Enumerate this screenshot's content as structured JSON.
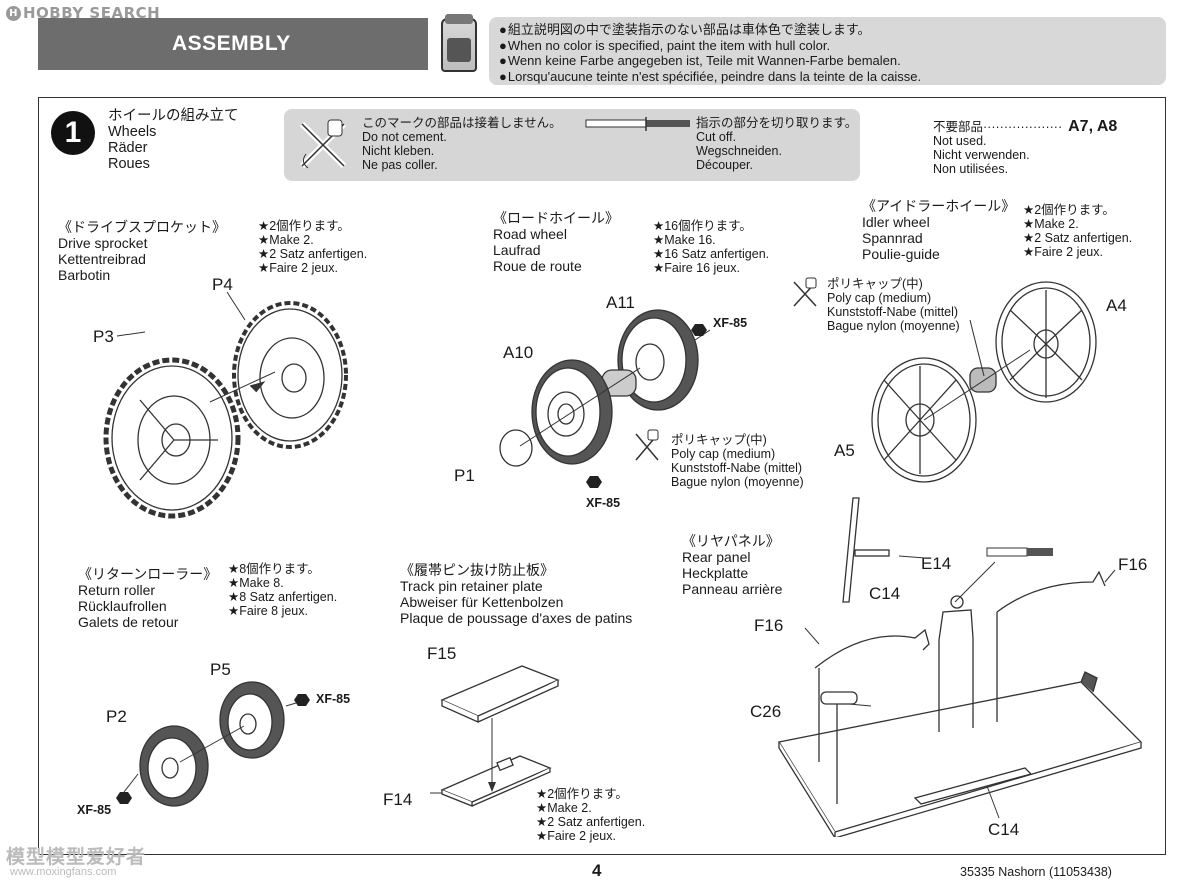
{
  "header": {
    "site_logo": "HOBBY SEARCH",
    "site_logo_mark": "H",
    "section_title": "ASSEMBLY",
    "hull_color_note": [
      "組立説明図の中で塗装指示のない部品は車体色で塗装します。",
      "When no color is specified, paint the item with hull color.",
      "Wenn keine Farbe angegeben ist, Teile mit Wannen-Farbe bemalen.",
      "Lorsqu'aucune teinte n'est spécifiée, peindre dans la teinte de la caisse."
    ]
  },
  "step": {
    "number": "1",
    "title_ja": "ホイールの組み立て",
    "title_en": "Wheels",
    "title_de": "Räder",
    "title_fr": "Roues"
  },
  "legend": {
    "no_cement": [
      "このマークの部品は接着しません。",
      "Do not cement.",
      "Nicht kleben.",
      "Ne pas coller."
    ],
    "cut_off": [
      "指示の部分を切り取ります。",
      "Cut off.",
      "Wegschneiden.",
      "Découper."
    ]
  },
  "not_used": {
    "ja": "不要部品",
    "dots": "···················",
    "parts": "A7, A8",
    "en": "Not used.",
    "de": "Nicht verwenden.",
    "fr": "Non utilisées."
  },
  "drive_sprocket": {
    "title_ja": "《ドライブスプロケット》",
    "en": "Drive sprocket",
    "de": "Kettentreibrad",
    "fr": "Barbotin",
    "make": [
      "★2個作ります。",
      "★Make 2.",
      "★2 Satz anfertigen.",
      "★Faire 2 jeux."
    ],
    "parts": [
      "P4",
      "P3"
    ]
  },
  "road_wheel": {
    "title_ja": "《ロードホイール》",
    "en": "Road wheel",
    "de": "Laufrad",
    "fr": "Roue de route",
    "make": [
      "★16個作ります。",
      "★Make 16.",
      "★16 Satz anfertigen.",
      "★Faire 16 jeux."
    ],
    "parts": [
      "A11",
      "A10",
      "P1"
    ],
    "paint_top": "XF-85",
    "paint_bottom": "XF-85",
    "polycap": [
      "ポリキャップ(中)",
      "Poly cap (medium)",
      "Kunststoff-Nabe (mittel)",
      "Bague nylon (moyenne)"
    ]
  },
  "idler_wheel": {
    "title_ja": "《アイドラーホイール》",
    "en": "Idler wheel",
    "de": "Spannrad",
    "fr": "Poulie-guide",
    "make": [
      "★2個作ります。",
      "★Make 2.",
      "★2 Satz anfertigen.",
      "★Faire 2 jeux."
    ],
    "parts": [
      "A4",
      "A5"
    ],
    "polycap": [
      "ポリキャップ(中)",
      "Poly cap (medium)",
      "Kunststoff-Nabe (mittel)",
      "Bague nylon (moyenne)"
    ]
  },
  "return_roller": {
    "title_ja": "《リターンローラー》",
    "en": "Return roller",
    "de": "Rücklaufrollen",
    "fr": "Galets de retour",
    "make": [
      "★8個作ります。",
      "★Make 8.",
      "★8 Satz anfertigen.",
      "★Faire 8 jeux."
    ],
    "parts": [
      "P5",
      "P2"
    ],
    "paint_a": "XF-85",
    "paint_b": "XF-85"
  },
  "track_pin": {
    "title_ja": "《履帯ピン抜け防止板》",
    "en": "Track pin retainer plate",
    "de": "Abweiser für Kettenbolzen",
    "fr": "Plaque de poussage d'axes de patins",
    "make": [
      "★2個作ります。",
      "★Make 2.",
      "★2 Satz anfertigen.",
      "★Faire 2 jeux."
    ],
    "parts": [
      "F15",
      "F14"
    ]
  },
  "rear_panel": {
    "title_ja": "《リヤパネル》",
    "en": "Rear panel",
    "de": "Heckplatte",
    "fr": "Panneau arrière",
    "parts": [
      "E14",
      "F16",
      "C14",
      "F16",
      "C26",
      "C14"
    ]
  },
  "footer": {
    "page": "4",
    "code": "35335  Nashorn (11053438)",
    "watermark_cn": "模型模型爱好者",
    "watermark_url": "www.moxingfans.com"
  }
}
